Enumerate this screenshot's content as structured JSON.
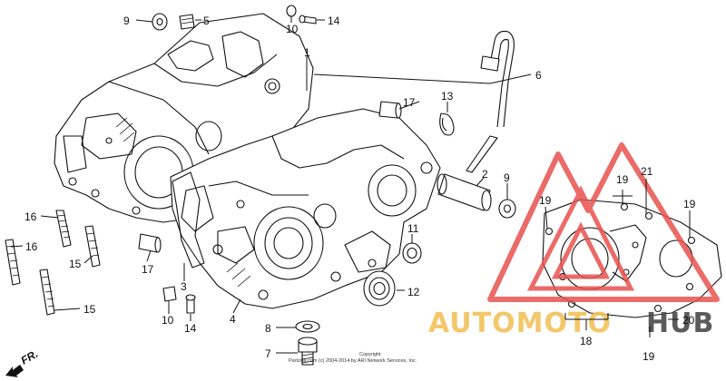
{
  "callouts": {
    "c1": "1",
    "c2": "2",
    "c3": "3",
    "c4": "4",
    "c5": "5",
    "c6": "6",
    "c7": "7",
    "c8": "8",
    "c9a": "9",
    "c9b": "9",
    "c10a": "10",
    "c10b": "10",
    "c11": "11",
    "c12": "12",
    "c13": "13",
    "c14a": "14",
    "c14b": "14",
    "c15a": "15",
    "c15b": "15",
    "c16a": "16",
    "c16b": "16",
    "c17a": "17",
    "c17b": "17",
    "c18": "18",
    "c19a": "19",
    "c19b": "19",
    "c19c": "19",
    "c19d": "19",
    "c20": "20",
    "c21": "21"
  },
  "front_indicator": "FR.",
  "copyright": {
    "line1": "Copyright",
    "line2": "Partzilla.com (c) 2004-2014 by ARI Network Services, Inc."
  },
  "watermark": {
    "text_a": "AUTOMOTO",
    "text_b": "HUB",
    "colors": {
      "triangle": "#e8524f",
      "text_a": "#f2c25a",
      "text_b": "#4a4a4a"
    }
  }
}
